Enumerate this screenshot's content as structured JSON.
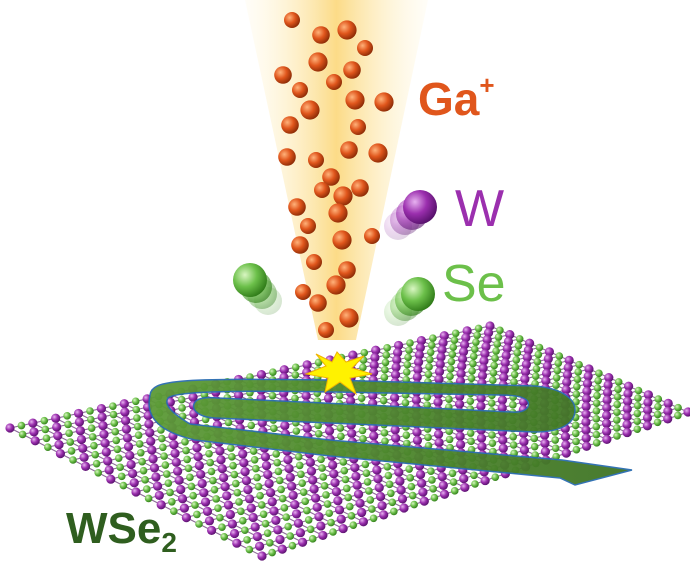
{
  "labels": {
    "ion": {
      "symbol": "Ga",
      "charge": "+"
    },
    "tungsten": "W",
    "selenium": "Se",
    "material": {
      "base": "WSe",
      "subscript": "2"
    }
  },
  "colors": {
    "ion_beam": "#fbd77a",
    "ga_atom": "#e0561c",
    "w_atom": "#9b2fae",
    "se_atom": "#6cc04a",
    "arrow": "#4f8a2e",
    "impact_star": "#fff200",
    "ga_label": "#e0561c",
    "w_label": "#9b2fae",
    "se_label": "#6cc04a",
    "material_label": "#2f5e1f"
  },
  "icons": [
    "ion-beam",
    "gallium-ion",
    "tungsten-atom",
    "selenium-atom",
    "impact-star",
    "scan-path-arrow",
    "wse2-lattice"
  ]
}
